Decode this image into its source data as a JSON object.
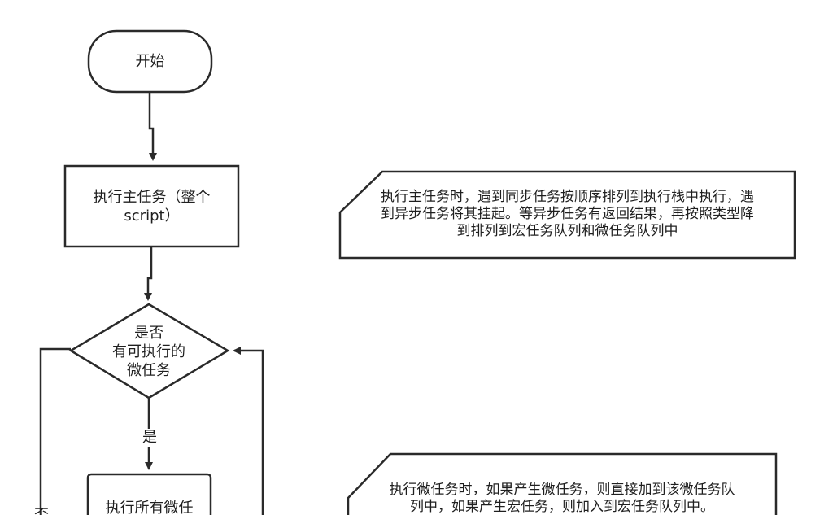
{
  "nodes": {
    "start": {
      "text": "开始"
    },
    "main_task": {
      "line1": "执行主任务（整个",
      "line2": "script）"
    },
    "decision": {
      "line1": "是否",
      "line2": "有可执行的",
      "line3": "微任务"
    },
    "exec_micro": {
      "text": "执行所有微任"
    }
  },
  "edge_labels": {
    "yes": "是",
    "no": "否"
  },
  "notes": {
    "note1": {
      "line1": "执行主任务时，遇到同步任务按顺序排列到执行栈中执行，遇",
      "line2": "到异步任务将其挂起。等异步任务有返回结果，再按照类型降",
      "line3": "到排列到宏任务队列和微任务队列中"
    },
    "note2": {
      "line1": "执行微任务时，如果产生微任务，则直接加到该微任务队",
      "line2": "列中，如果产生宏任务，则加入到宏任务队列中。"
    }
  },
  "colors": {
    "stroke": "#2a2a2a",
    "fill": "#ffffff",
    "text": "#1f1f1f"
  }
}
